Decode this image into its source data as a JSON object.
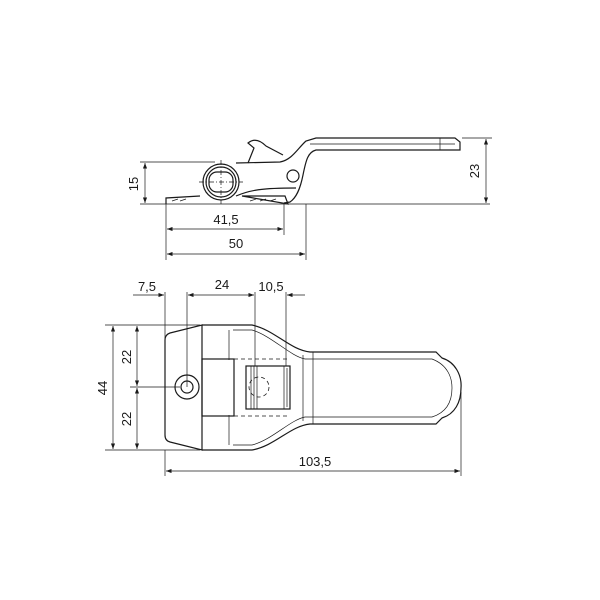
{
  "side_view": {
    "dimensions": {
      "height_base": "15",
      "height_total": "23",
      "length_plate": "41,5",
      "length_total": "50"
    }
  },
  "top_view": {
    "dimensions": {
      "offset_hole": "7,5",
      "offset_slot": "24",
      "slot_width": "10,5",
      "width_total": "44",
      "half_width_upper": "22",
      "half_width_lower": "22",
      "length_total": "103,5"
    }
  },
  "colors": {
    "line": "#1a1a1a",
    "background": "#ffffff"
  }
}
